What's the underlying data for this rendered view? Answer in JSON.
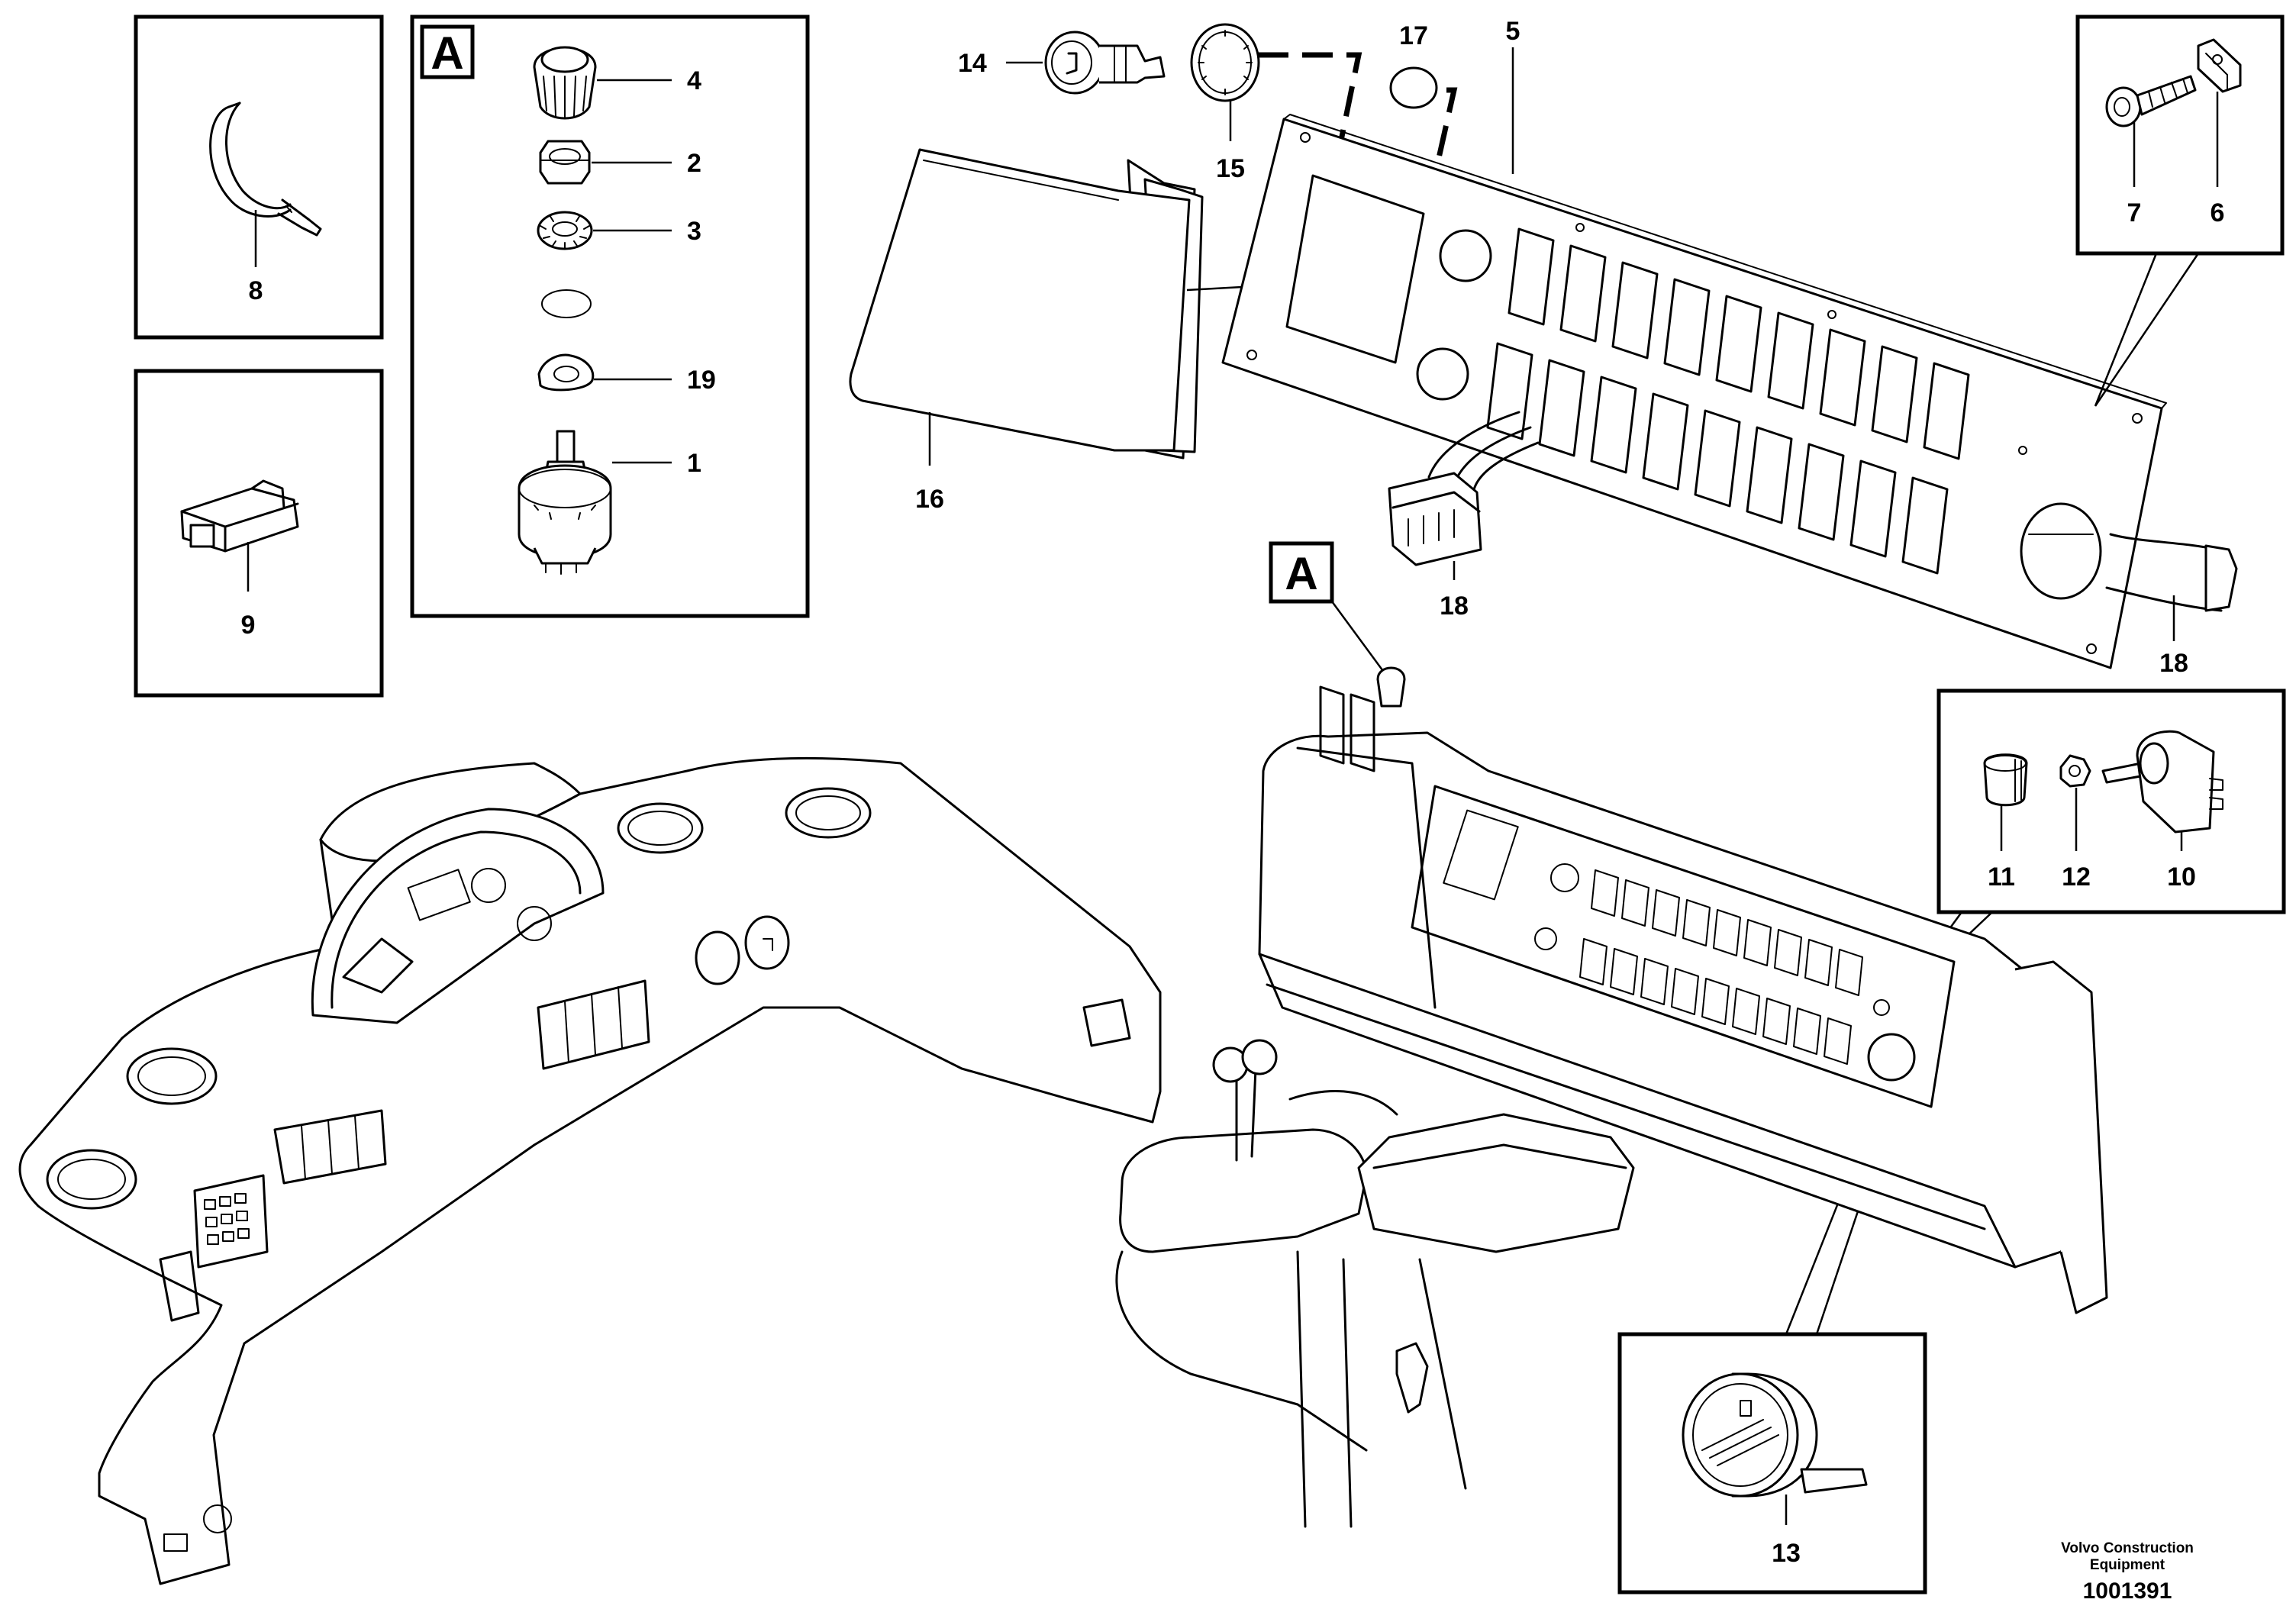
{
  "figure": {
    "detail_letter": "A",
    "callouts": {
      "c1": "1",
      "c2": "2",
      "c3": "3",
      "c4": "4",
      "c5": "5",
      "c6": "6",
      "c7": "7",
      "c8": "8",
      "c9": "9",
      "c10": "10",
      "c11": "11",
      "c12": "12",
      "c13": "13",
      "c14": "14",
      "c15": "15",
      "c16": "16",
      "c17": "17",
      "c18a": "18",
      "c18b": "18",
      "c19": "19"
    },
    "credit": [
      "Volvo Construction",
      "Equipment"
    ],
    "document_number": "1001391"
  }
}
